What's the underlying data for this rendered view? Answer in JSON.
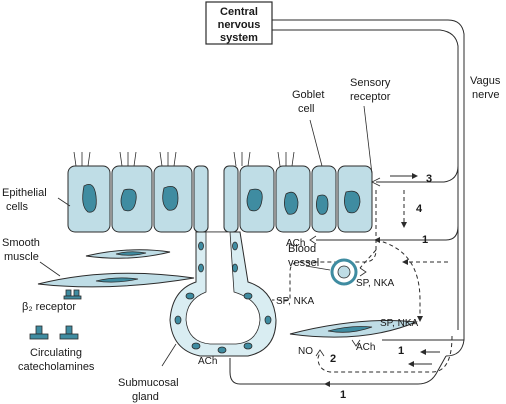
{
  "labels": {
    "cns_line1": "Central",
    "cns_line2": "nervous",
    "cns_line3": "system",
    "vagus_line1": "Vagus",
    "vagus_line2": "nerve",
    "sensory_line1": "Sensory",
    "sensory_line2": "receptor",
    "goblet_line1": "Goblet",
    "goblet_line2": "cell",
    "epithelial_line1": "Epithelial",
    "epithelial_line2": "cells",
    "smooth_line1": "Smooth",
    "smooth_line2": "muscle",
    "beta2_receptor": "β₂ receptor",
    "circ_line1": "Circulating",
    "circ_line2": "catecholamines",
    "blood_line1": "Blood",
    "blood_line2": "vessel",
    "submucosal_line1": "Submucosal",
    "submucosal_line2": "gland",
    "ach_epi": "ACh",
    "ach_gland": "ACh",
    "ach_muscle": "ACh",
    "sp_nka_gland": "SP, NKA",
    "sp_nka_vessel": "SP, NKA",
    "sp_nka_muscle": "SP, NKA",
    "no_label": "NO",
    "num_3": "3",
    "num_4": "4",
    "num_1_epi": "1",
    "num_1_muscle": "1",
    "num_1_bottom": "1",
    "num_2": "2"
  },
  "colors": {
    "cell_fill": "#bfdde6",
    "nucleus_fill": "#3f8ca1",
    "line": "#2b2b2b"
  }
}
